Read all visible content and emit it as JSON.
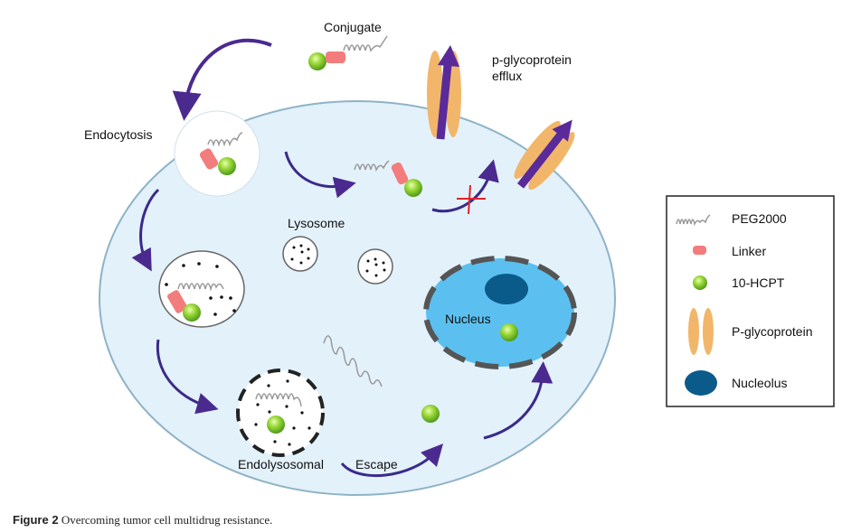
{
  "labels": {
    "conjugate": "Conjugate",
    "pgp_efflux_line1": "p-glycoprotein",
    "pgp_efflux_line2": "efflux",
    "endocytosis": "Endocytosis",
    "lysosome": "Lysosome",
    "nucleus": "Nucleus",
    "endolysosomal": "Endolysosomal",
    "escape": "Escape"
  },
  "legend": {
    "items": [
      {
        "icon": "peg-chain-icon",
        "label": "PEG2000"
      },
      {
        "icon": "linker-icon",
        "label": "Linker"
      },
      {
        "icon": "drug-sphere-icon",
        "label": "10-HCPT"
      },
      {
        "icon": "p-glycoprotein-icon",
        "label": "P-glycoprotein"
      },
      {
        "icon": "nucleolus-icon",
        "label": "Nucleolus"
      }
    ]
  },
  "caption": {
    "figure_number": "Figure 2",
    "text": "Overcoming tumor cell multidrug resistance."
  },
  "colors": {
    "cell": "#e3f1fb",
    "cell_border": "#8fb3c7",
    "nucleus": "#5bc0f0",
    "nucleolus": "#0b5b8a",
    "arrow": "#4b2a8f",
    "efflux_arrow": "#5a2a9a",
    "pgp": "#f2b66a",
    "linker": "#f37c7c",
    "drug": "#8fd13a",
    "block_mark": "#e0242b"
  }
}
